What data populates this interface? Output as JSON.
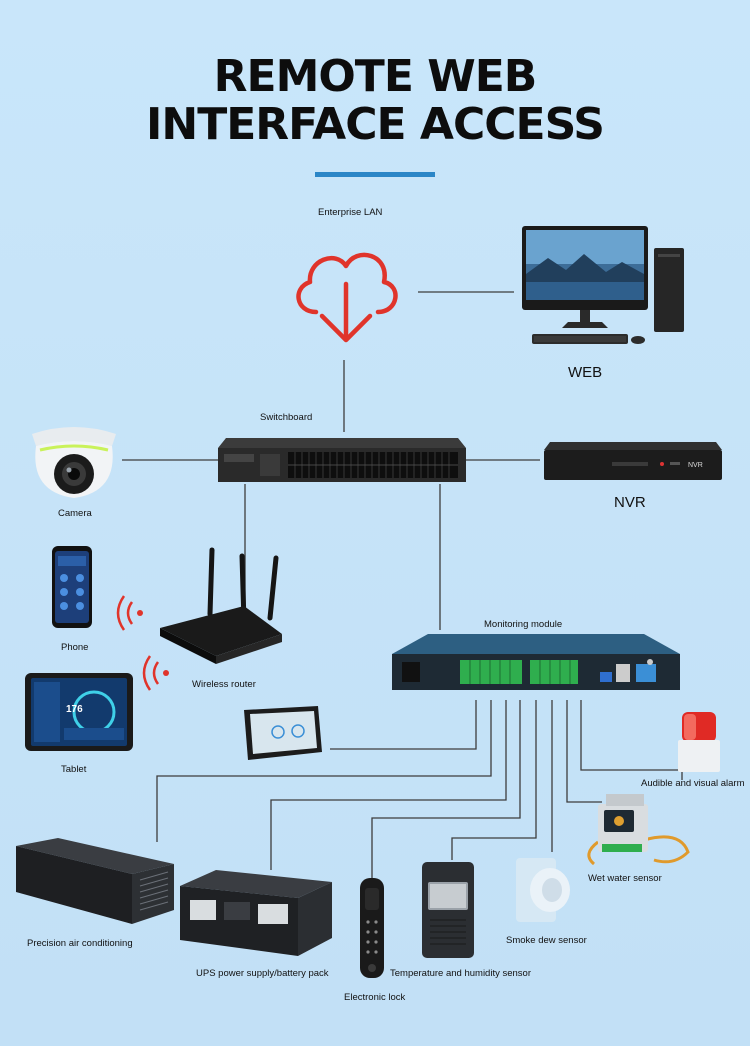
{
  "title": {
    "line1": "REMOTE WEB",
    "line2": "INTERFACE ACCESS"
  },
  "labels": {
    "enterprise_lan": "Enterprise LAN",
    "web": "WEB",
    "switchboard": "Switchboard",
    "camera": "Camera",
    "nvr": "NVR",
    "nvr_badge": "NVR",
    "phone": "Phone",
    "wireless_router": "Wireless router",
    "monitoring_module": "Monitoring module",
    "tablet": "Tablet",
    "audible_alarm": "Audible and visual alarm",
    "wet_water_sensor": "Wet water sensor",
    "smoke_dew_sensor": "Smoke dew sensor",
    "precision_ac": "Precision air conditioning",
    "ups": "UPS power supply/battery pack",
    "temp_humidity": "Temperature and humidity sensor",
    "electronic_lock": "Electronic lock",
    "tablet_reading": "176"
  },
  "colors": {
    "accent": "#2b86c7",
    "cloud": "#e0342b",
    "wire": "#3d3d3d",
    "background": "#c7e4f8"
  }
}
